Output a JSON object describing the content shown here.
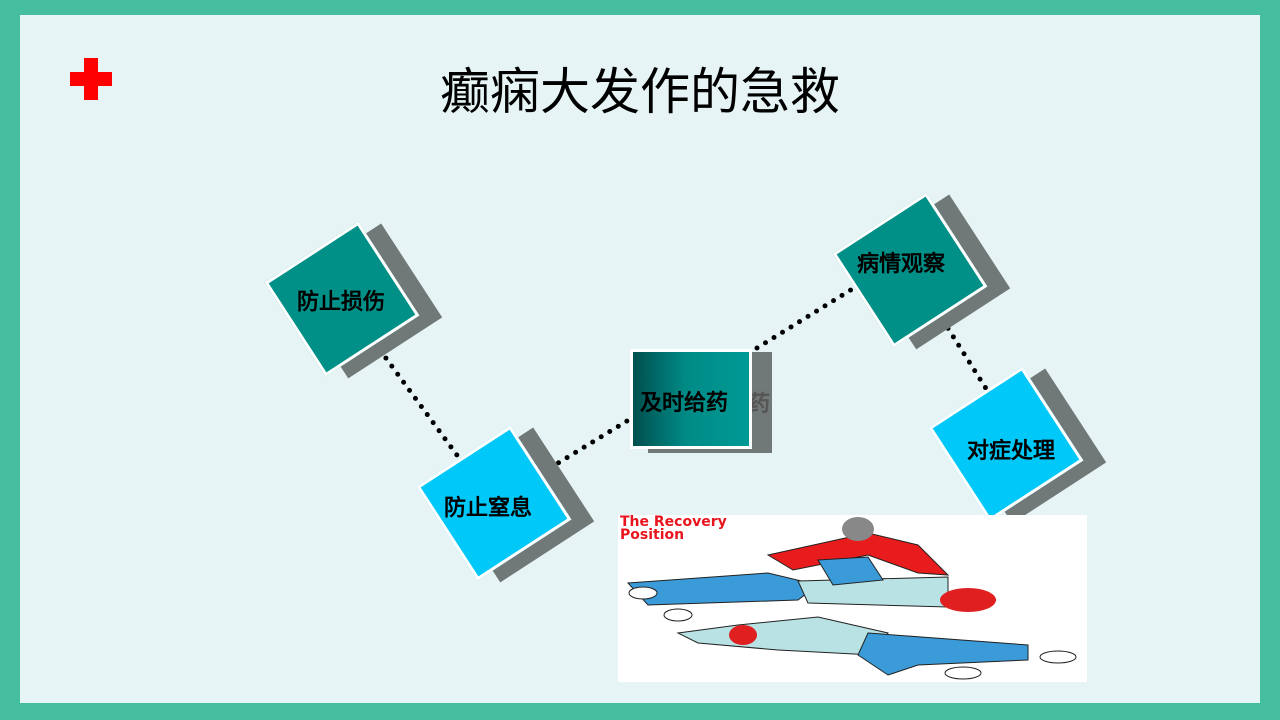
{
  "slide": {
    "title": "癫痫大发作的急救",
    "icon": "red-cross-icon",
    "colors": {
      "border": "#45bd9f",
      "background": "#e6f4f5",
      "teal": "#009088",
      "cyan": "#00c8f8",
      "shadow": "#707878",
      "cross": "#ff0000"
    }
  },
  "steps": [
    {
      "label": "防止损伤",
      "color": "teal"
    },
    {
      "label": "防止窒息",
      "color": "cyan"
    },
    {
      "label": "及时给药",
      "color": "teal-gradient",
      "ghost": "药"
    },
    {
      "label": "病情观察",
      "color": "teal"
    },
    {
      "label": "对症处理",
      "color": "cyan"
    }
  ],
  "image": {
    "caption": "The Recovery Position"
  },
  "image_caption_lines": [
    "The Recovery",
    "Position"
  ]
}
